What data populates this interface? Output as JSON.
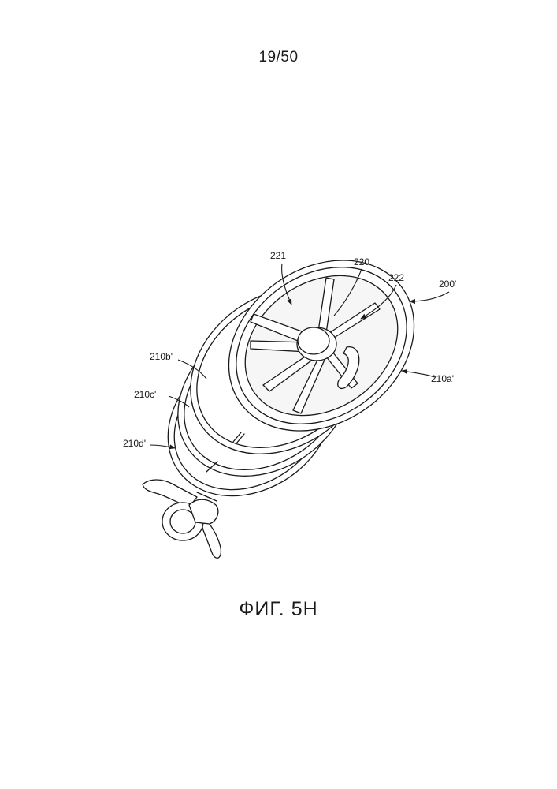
{
  "page_number": "19/50",
  "caption": "ФИГ. 5H",
  "reference_labels": {
    "assembly": "200'",
    "cap_ring": "210a'",
    "ring_b": "210b'",
    "ring_c": "210c'",
    "ring_d": "210d'",
    "hub": "220",
    "spoke_opening": "221",
    "vane": "222"
  }
}
